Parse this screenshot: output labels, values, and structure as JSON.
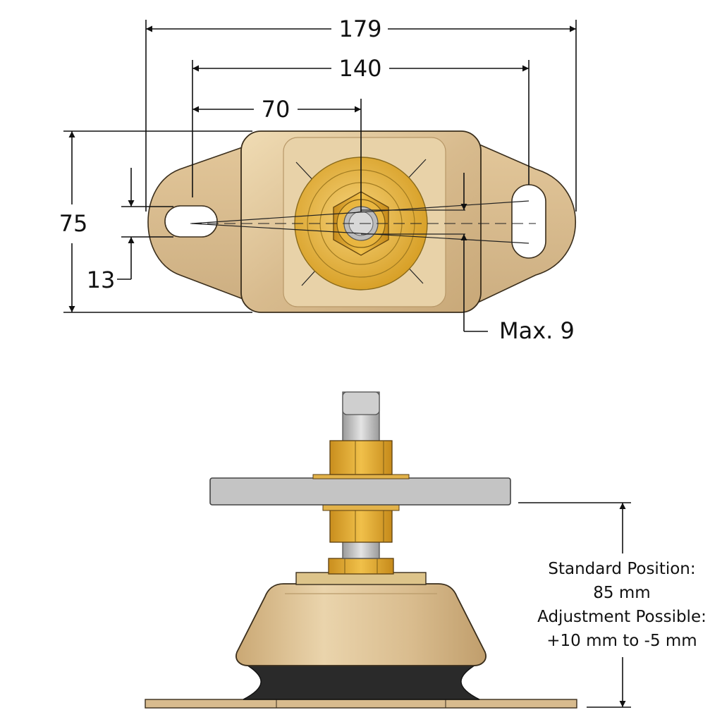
{
  "dimensions": {
    "overall_width": "179",
    "hole_spacing": "140",
    "half_spacing": "70",
    "height": "75",
    "slot_width": "13",
    "max_slot": "Max. 9"
  },
  "note": {
    "line1": "Standard Position:",
    "line2": "85 mm",
    "line3": "Adjustment Possible:",
    "line4": "+10 mm to -5 mm"
  },
  "colors": {
    "bronze": "#d2b488",
    "bronze_light": "#e6cfa4",
    "brass": "#d9a42a",
    "steel_plate": "#c4c4c4",
    "rubber": "#2a2a2a",
    "bolt": "#b8b8b8"
  }
}
